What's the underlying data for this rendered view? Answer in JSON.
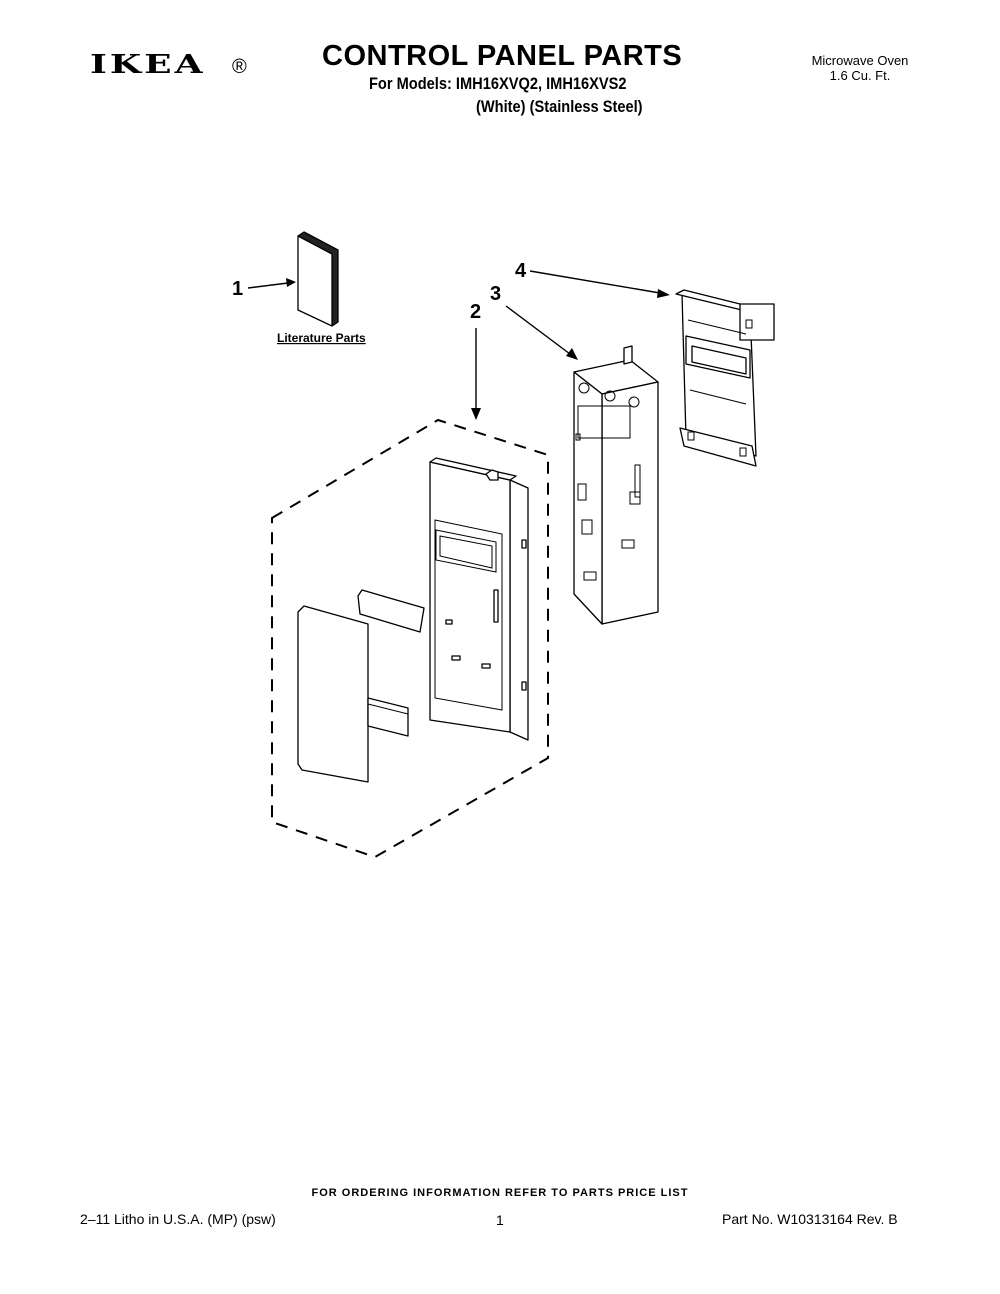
{
  "header": {
    "logo": "IKEA",
    "registered": "®",
    "title": "CONTROL PANEL PARTS",
    "models_line": "For Models: IMH16XVQ2, IMH16XVS2",
    "variants_line": "(White)  (Stainless Steel)",
    "product_line1": "Microwave Oven",
    "product_line2": "1.6 Cu. Ft."
  },
  "diagram": {
    "callouts": [
      "1",
      "2",
      "3",
      "4"
    ],
    "literature_label": "Literature Parts"
  },
  "footer": {
    "ordering_note": "FOR ORDERING INFORMATION REFER TO PARTS PRICE LIST",
    "litho": "2–11 Litho in U.S.A. (MP) (psw)",
    "page": "1",
    "part_no": "Part No. W10313164 Rev. B"
  }
}
